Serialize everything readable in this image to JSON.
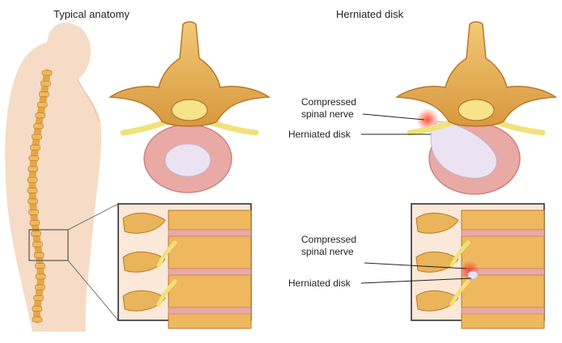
{
  "headings": {
    "typical": "Typical anatomy",
    "herniated": "Herniated disk"
  },
  "labels": {
    "top_nerve_line1": "Compressed",
    "top_nerve_line2": "spinal nerve",
    "top_disk": "Herniated disk",
    "bottom_nerve_line1": "Compressed",
    "bottom_nerve_line2": "spinal nerve",
    "bottom_disk": "Herniated disk"
  },
  "colors": {
    "skin": "#f6dcc6",
    "bone": "#e9b45a",
    "bone_dark": "#b9782a",
    "disk_ring": "#e9a9a4",
    "nucleus": "#ece3f2",
    "nerve": "#f0e27a",
    "inflammation": "#ff5a3a"
  }
}
